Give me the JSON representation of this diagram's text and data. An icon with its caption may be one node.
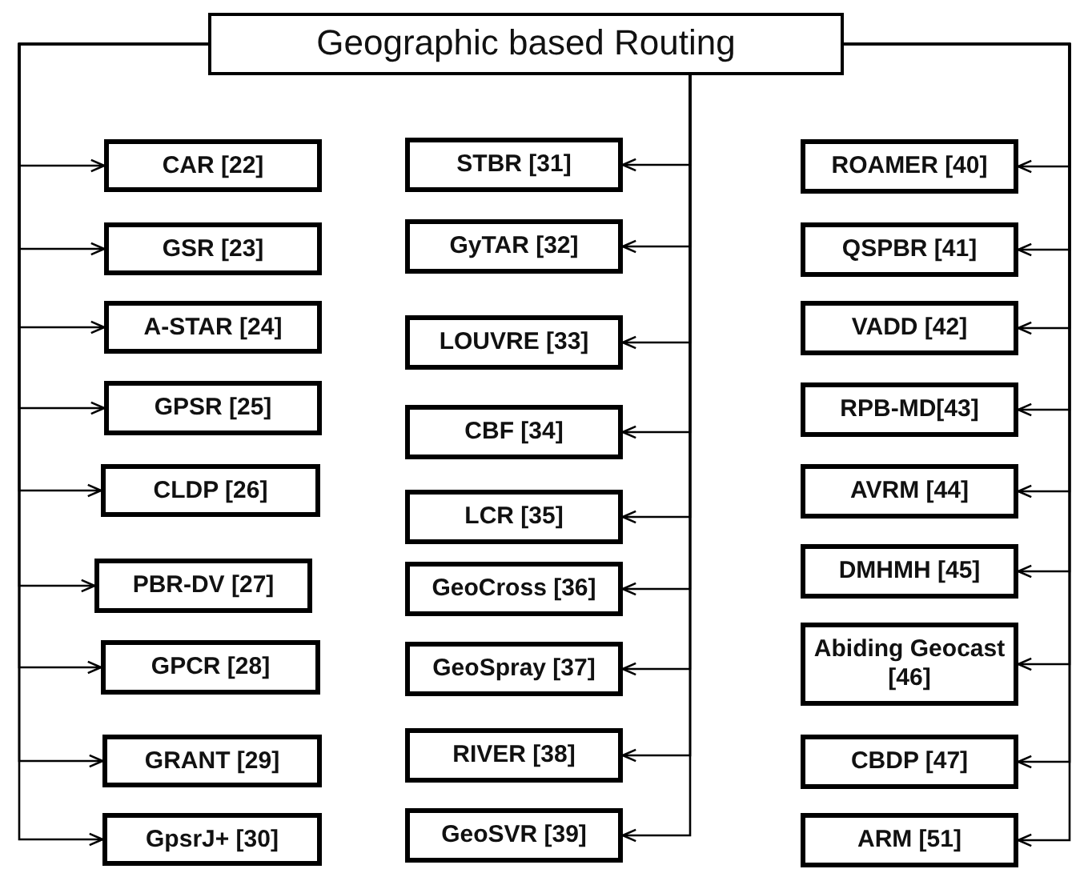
{
  "diagram": {
    "nodes": [
      {
        "text": [
          "Geographic based Routing"
        ]
      },
      {
        "text": [
          "CAR [22]"
        ]
      },
      {
        "text": [
          "GSR [23]"
        ]
      },
      {
        "text": [
          "A-STAR [24]"
        ]
      },
      {
        "text": [
          "GPSR [25]"
        ]
      },
      {
        "text": [
          "CLDP [26]"
        ]
      },
      {
        "text": [
          "PBR-DV [27]"
        ]
      },
      {
        "text": [
          "GPCR [28]"
        ]
      },
      {
        "text": [
          "GRANT [29]"
        ]
      },
      {
        "text": [
          "GpsrJ+ [30]"
        ]
      },
      {
        "text": [
          "STBR [31]"
        ]
      },
      {
        "text": [
          "GyTAR [32]"
        ]
      },
      {
        "text": [
          "LOUVRE [33]"
        ]
      },
      {
        "text": [
          "CBF [34]"
        ]
      },
      {
        "text": [
          "LCR [35]"
        ]
      },
      {
        "text": [
          "GeoCross [36]"
        ]
      },
      {
        "text": [
          "GeoSpray [37]"
        ]
      },
      {
        "text": [
          "RIVER [38]"
        ]
      },
      {
        "text": [
          "GeoSVR [39]"
        ]
      },
      {
        "text": [
          "ROAMER [40]"
        ]
      },
      {
        "text": [
          "QSPBR [41]"
        ]
      },
      {
        "text": [
          "VADD [42]"
        ]
      },
      {
        "text": [
          "RPB-MD[43]"
        ]
      },
      {
        "text": [
          "AVRM [44]"
        ]
      },
      {
        "text": [
          "DMHMH [45]"
        ]
      },
      {
        "text": [
          "Abiding Geocast [46]"
        ]
      },
      {
        "text": [
          "CBDP [47]"
        ]
      },
      {
        "text": [
          "ARM [51]"
        ]
      }
    ],
    "edges": [
      {
        "from": 0,
        "to": 1,
        "arrow": "to"
      },
      {
        "from": 0,
        "to": 2,
        "arrow": "to"
      },
      {
        "from": 0,
        "to": 3,
        "arrow": "to"
      },
      {
        "from": 0,
        "to": 4,
        "arrow": "to"
      },
      {
        "from": 0,
        "to": 5,
        "arrow": "to"
      },
      {
        "from": 0,
        "to": 6,
        "arrow": "to"
      },
      {
        "from": 0,
        "to": 7,
        "arrow": "to"
      },
      {
        "from": 0,
        "to": 8,
        "arrow": "to"
      },
      {
        "from": 0,
        "to": 9,
        "arrow": "to"
      },
      {
        "from": 0,
        "to": 10,
        "arrow": "to"
      },
      {
        "from": 0,
        "to": 11,
        "arrow": "to"
      },
      {
        "from": 0,
        "to": 12,
        "arrow": "to"
      },
      {
        "from": 0,
        "to": 13,
        "arrow": "to"
      },
      {
        "from": 0,
        "to": 14,
        "arrow": "to"
      },
      {
        "from": 0,
        "to": 15,
        "arrow": "to"
      },
      {
        "from": 0,
        "to": 16,
        "arrow": "to"
      },
      {
        "from": 0,
        "to": 17,
        "arrow": "to"
      },
      {
        "from": 0,
        "to": 18,
        "arrow": "to"
      },
      {
        "from": 0,
        "to": 19,
        "arrow": "to"
      },
      {
        "from": 0,
        "to": 20,
        "arrow": "to"
      },
      {
        "from": 0,
        "to": 21,
        "arrow": "to"
      },
      {
        "from": 0,
        "to": 22,
        "arrow": "to"
      },
      {
        "from": 0,
        "to": 23,
        "arrow": "to"
      },
      {
        "from": 0,
        "to": 24,
        "arrow": "to"
      },
      {
        "from": 0,
        "to": 25,
        "arrow": "to"
      },
      {
        "from": 0,
        "to": 26,
        "arrow": "to"
      },
      {
        "from": 0,
        "to": 27,
        "arrow": "to"
      }
    ]
  }
}
